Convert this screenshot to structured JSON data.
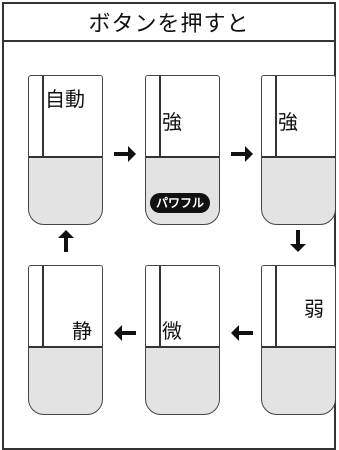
{
  "header": {
    "title": "ボタンを押すと"
  },
  "cards": {
    "auto": {
      "label": "自動"
    },
    "strong_power": {
      "label": "強",
      "badge": "パワフル"
    },
    "strong": {
      "label": "強"
    },
    "weak": {
      "label": "弱"
    },
    "micro": {
      "label": "微"
    },
    "quiet": {
      "label": "静"
    }
  },
  "icons": {
    "right": "arrow-right-icon",
    "down": "arrow-down-icon",
    "left": "arrow-left-icon",
    "up": "arrow-up-icon"
  }
}
